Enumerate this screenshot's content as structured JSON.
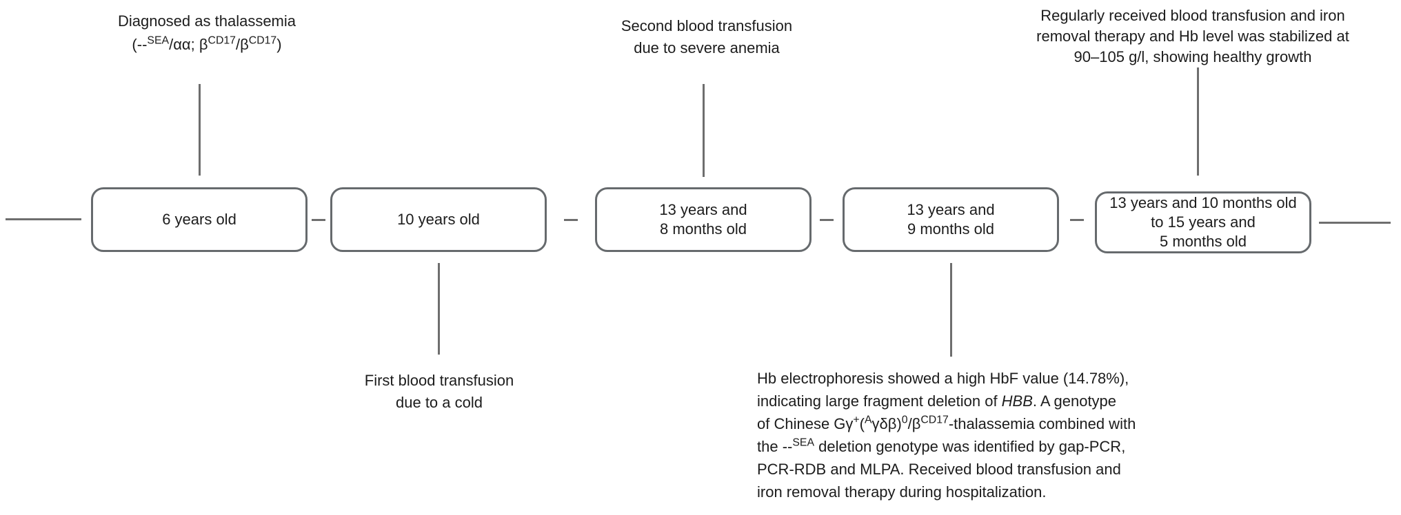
{
  "figure": {
    "background": "#ffffff",
    "line_color": "#6e6e6e",
    "text_color": "#1c1c1c"
  },
  "timeline": {
    "boxes": [
      {
        "label_lines": [
          [
            "6 years old"
          ]
        ]
      },
      {
        "label_lines": [
          [
            "10 years old"
          ]
        ]
      },
      {
        "label_lines": [
          [
            "13 years and"
          ],
          [
            "8 months old"
          ]
        ]
      },
      {
        "label_lines": [
          [
            "13 years and"
          ],
          [
            "9 months old"
          ]
        ]
      },
      {
        "label_lines": [
          [
            "13 years and 10 months old"
          ],
          [
            "to 15 years and"
          ],
          [
            "5 months old"
          ]
        ]
      }
    ]
  },
  "annotations": {
    "diagnosis": {
      "lines": [
        [
          "Diagnosed as thalassemia"
        ],
        [
          "(--",
          {
            "t": "SEA",
            "sup": true
          },
          "/αα; β",
          {
            "t": "CD17",
            "sup": true
          },
          "/β",
          {
            "t": "CD17",
            "sup": true
          },
          ")"
        ]
      ]
    },
    "first_transfusion": {
      "lines": [
        [
          "First blood transfusion"
        ],
        [
          "due to a cold"
        ]
      ]
    },
    "second_transfusion": {
      "lines": [
        [
          "Second blood transfusion"
        ],
        [
          "due to severe anemia"
        ]
      ]
    },
    "hb_electrophoresis": {
      "lines": [
        [
          "Hb electrophoresis showed a high HbF value (14.78%),"
        ],
        [
          "indicating large fragment deletion of ",
          {
            "t": "HBB",
            "i": true
          },
          ". A genotype"
        ],
        [
          "of Chinese Gγ",
          {
            "t": "+",
            "sup": true
          },
          "(",
          {
            "t": "A",
            "sup": true
          },
          "γδβ)",
          {
            "t": "0",
            "sup": true
          },
          "/β",
          {
            "t": "CD17",
            "sup": true
          },
          "-thalassemia combined with"
        ],
        [
          "the --",
          {
            "t": "SEA",
            "sup": true
          },
          " deletion genotype was identified by gap-PCR,"
        ],
        [
          "PCR-RDB and MLPA. Received blood transfusion and"
        ],
        [
          "iron removal therapy during hospitalization."
        ]
      ]
    },
    "regular_transfusion": {
      "lines": [
        [
          "Regularly received blood transfusion and iron"
        ],
        [
          "removal therapy and Hb level was stabilized at"
        ],
        [
          "90–105 g/l, showing healthy growth"
        ]
      ]
    }
  }
}
